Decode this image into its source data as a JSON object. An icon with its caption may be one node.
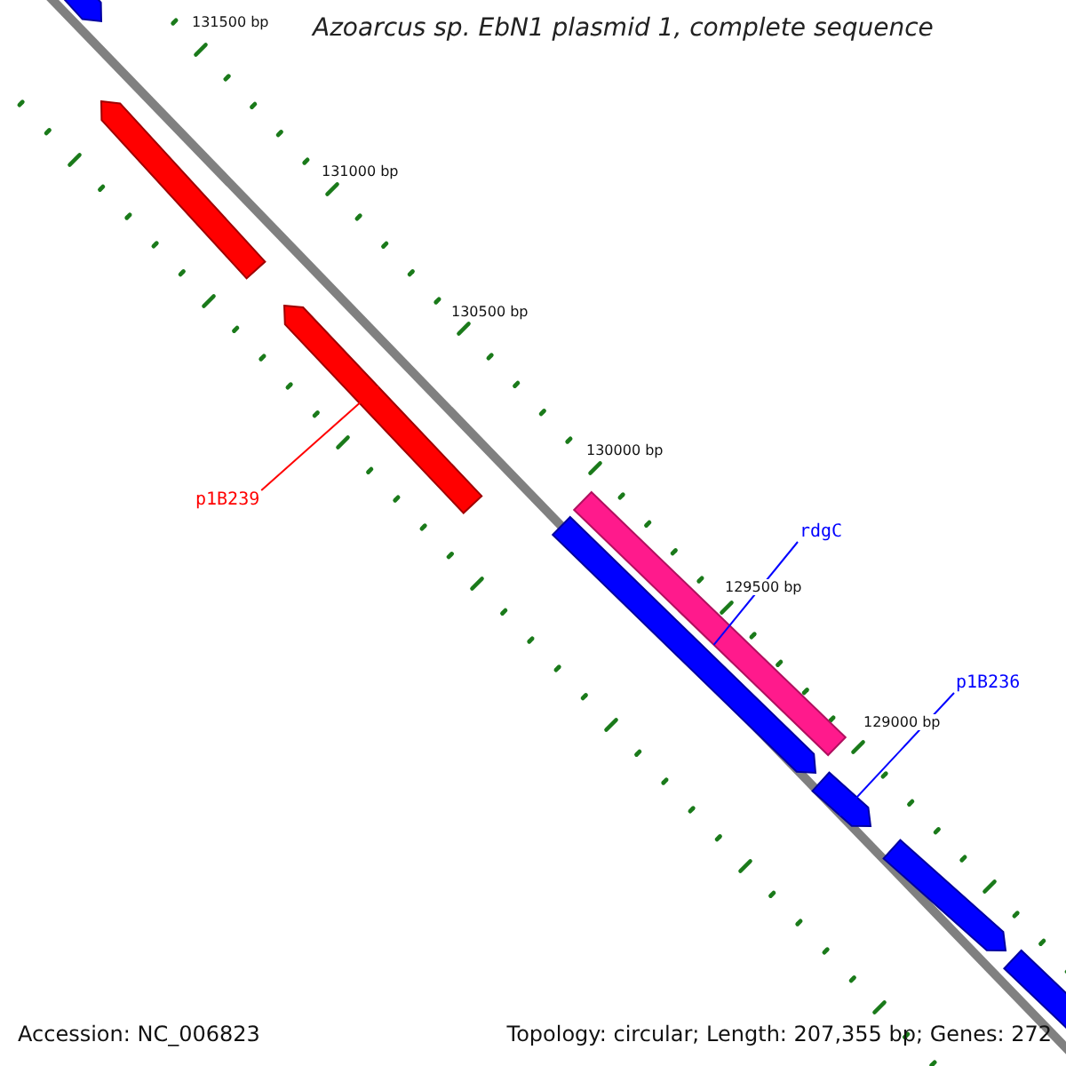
{
  "diagram": {
    "title": "Azoarcus sp. EbN1 plasmid 1, complete sequence",
    "nodes": [
      {
        "text": [],
        "shape": "bar"
      },
      {
        "text": [],
        "shape": "bar"
      },
      {
        "text": [],
        "shape": "bar"
      },
      {
        "text": [],
        "shape": "bar"
      },
      {
        "text": [],
        "shape": "bar"
      },
      {
        "text": [],
        "shape": "bar"
      },
      {
        "text": [],
        "shape": "bar"
      },
      {
        "text": [],
        "shape": "bar"
      },
      {
        "text": [
          "p1B239"
        ]
      },
      {
        "text": [
          "rdgC"
        ]
      },
      {
        "text": [
          "p1B236"
        ]
      }
    ],
    "edges": [
      {
        "from": 8,
        "to": 2,
        "arrow": "none",
        "color": "#ff0000"
      },
      {
        "from": 9,
        "to": 3,
        "arrow": "none"
      },
      {
        "from": 10,
        "to": 5,
        "arrow": "none"
      }
    ],
    "labels": [
      "131500 bp",
      "131000 bp",
      "130500 bp",
      "130000 bp",
      "129500 bp",
      "129000 bp",
      "Accession: NC_006823",
      "Topology: circular; Length: 207,355 bp; Genes: 272"
    ]
  }
}
